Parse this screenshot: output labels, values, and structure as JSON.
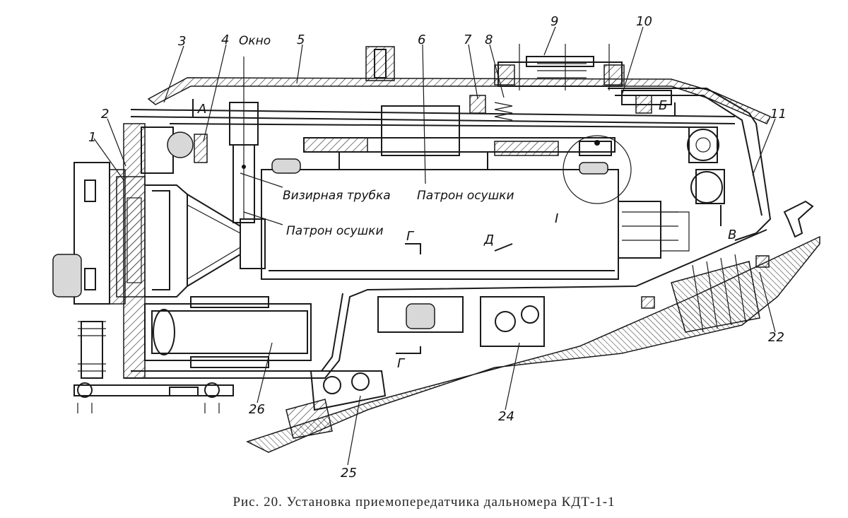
{
  "figure": {
    "caption": "Рис. 20. Установка приемопередатчика дальномера КДТ-1-1"
  },
  "part_labels": {
    "n1": "1",
    "n2": "2",
    "n3": "3",
    "n4": "4",
    "n5": "5",
    "n6": "6",
    "n7": "7",
    "n8": "8",
    "n9": "9",
    "n10": "10",
    "n11": "11",
    "n22": "22",
    "n24": "24",
    "n25": "25",
    "n26": "26"
  },
  "annotations": {
    "okno": "Окно",
    "vizirnaya_trubka": "Визирная трубка",
    "patron_osushki_1": "Патрон осушки",
    "patron_osushki_2": "Патрон осушки",
    "section_a": "А",
    "section_b": "Б",
    "section_v": "В",
    "section_g_top": "Г",
    "section_g_bottom": "Г",
    "section_d": "Д",
    "detail_I": "I"
  }
}
